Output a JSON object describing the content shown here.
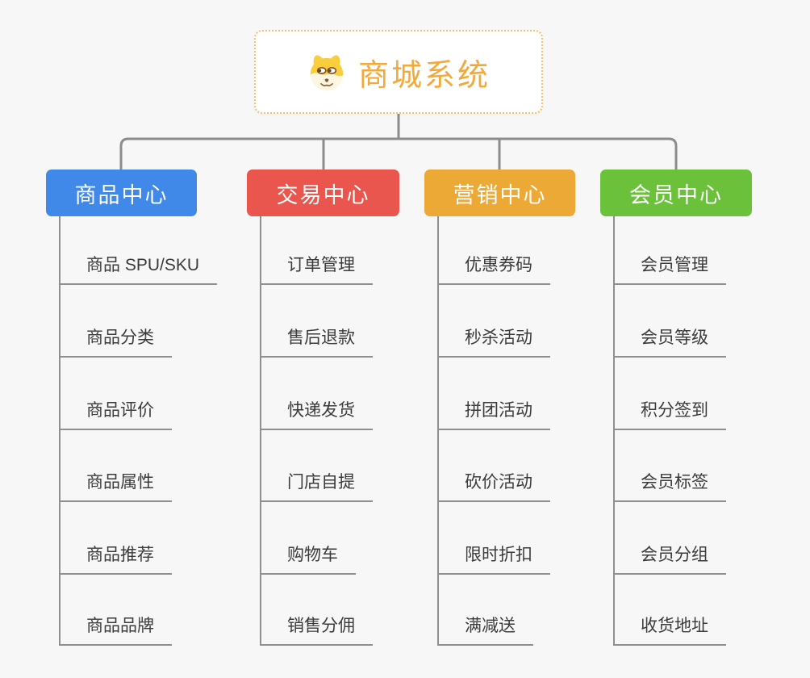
{
  "root": {
    "label": "商城系统",
    "icon": "dog-face-icon"
  },
  "colors": {
    "background": "#f7f7f7",
    "root_text": "#f2a93b",
    "root_border": "#f4c06b",
    "connector": "#8c8c8c",
    "leaf_text": "#3b3b3b",
    "leaf_line": "#8f8f8f"
  },
  "branches": [
    {
      "label": "商品中心",
      "color": "#4189e8",
      "items": [
        "商品 SPU/SKU",
        "商品分类",
        "商品评价",
        "商品属性",
        "商品推荐",
        "商品品牌"
      ]
    },
    {
      "label": "交易中心",
      "color": "#e8564e",
      "items": [
        "订单管理",
        "售后退款",
        "快递发货",
        "门店自提",
        "购物车",
        "销售分佣"
      ]
    },
    {
      "label": "营销中心",
      "color": "#eca936",
      "items": [
        "优惠券码",
        "秒杀活动",
        "拼团活动",
        "砍价活动",
        "限时折扣",
        "满减送"
      ]
    },
    {
      "label": "会员中心",
      "color": "#6cc13a",
      "items": [
        "会员管理",
        "会员等级",
        "积分签到",
        "会员标签",
        "会员分组",
        "收货地址"
      ]
    }
  ]
}
